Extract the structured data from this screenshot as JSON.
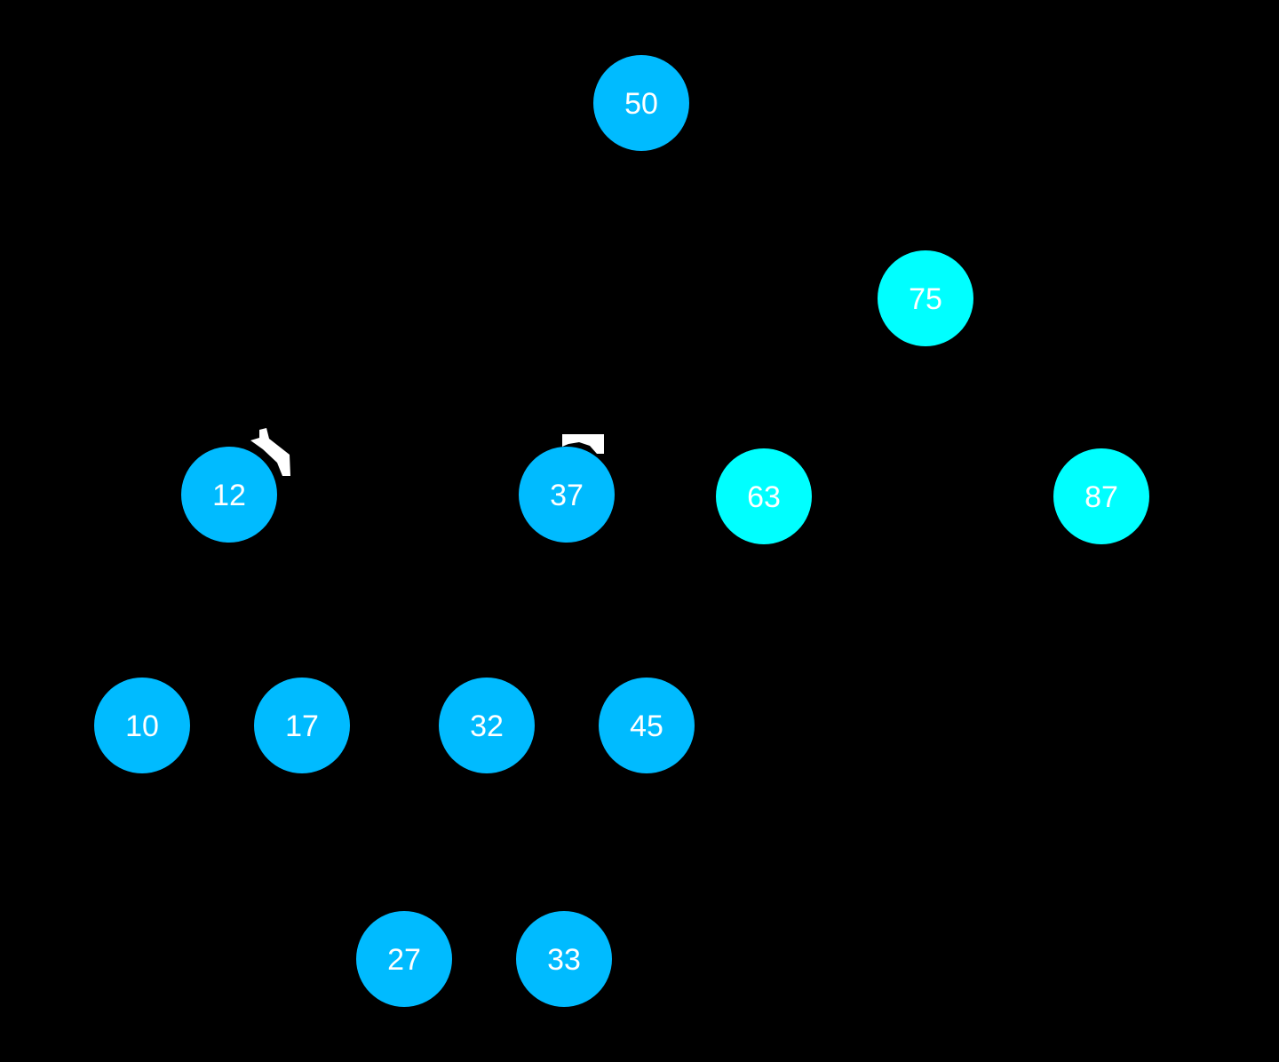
{
  "diagram": {
    "background": "#000000",
    "label_color": "#ffffff",
    "edge_color": "#000000",
    "node_colors": {
      "blue": "#00BBFF",
      "cyan": "#00FFFF"
    },
    "nodes": [
      {
        "id": "n50",
        "label": "50",
        "color": "blue"
      },
      {
        "id": "n75",
        "label": "75",
        "color": "cyan"
      },
      {
        "id": "n12",
        "label": "12",
        "color": "blue"
      },
      {
        "id": "n37",
        "label": "37",
        "color": "blue"
      },
      {
        "id": "n63",
        "label": "63",
        "color": "cyan"
      },
      {
        "id": "n87",
        "label": "87",
        "color": "cyan"
      },
      {
        "id": "n10",
        "label": "10",
        "color": "blue"
      },
      {
        "id": "n17",
        "label": "17",
        "color": "blue"
      },
      {
        "id": "n32",
        "label": "32",
        "color": "blue"
      },
      {
        "id": "n45",
        "label": "45",
        "color": "blue"
      },
      {
        "id": "n27",
        "label": "27",
        "color": "blue"
      },
      {
        "id": "n33",
        "label": "33",
        "color": "blue"
      }
    ],
    "edges": [
      [
        "n50",
        "n12"
      ],
      [
        "n50",
        "n75"
      ],
      [
        "n75",
        "n63"
      ],
      [
        "n75",
        "n87"
      ],
      [
        "n12",
        "n10"
      ],
      [
        "n12",
        "n37"
      ],
      [
        "n37",
        "n17"
      ],
      [
        "n37",
        "n45"
      ],
      [
        "n17",
        "n32"
      ],
      [
        "n32",
        "n27"
      ],
      [
        "n32",
        "n33"
      ]
    ]
  }
}
